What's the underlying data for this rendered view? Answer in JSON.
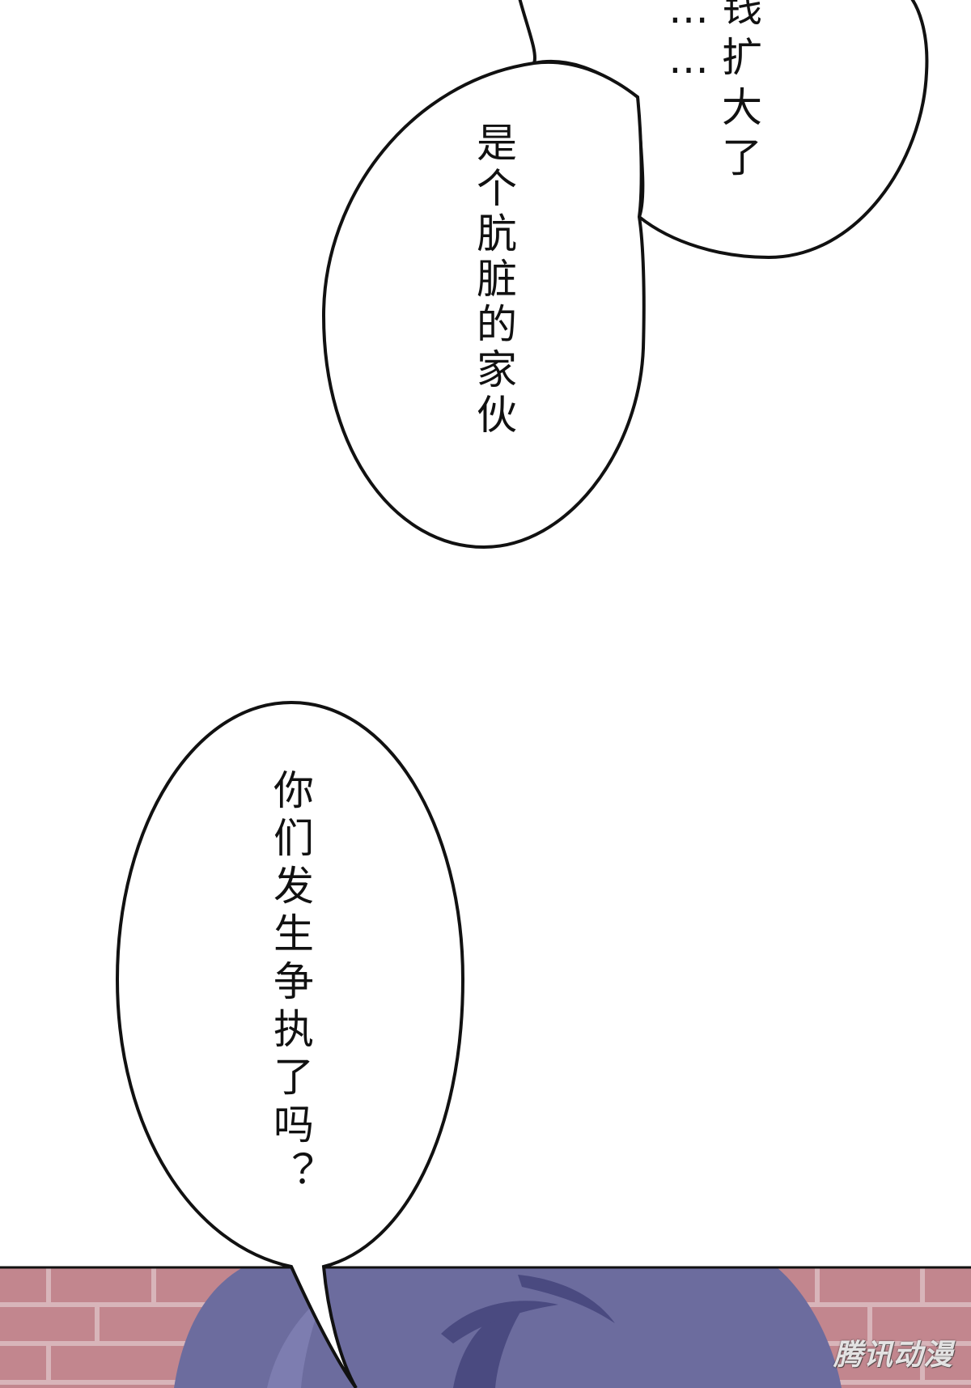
{
  "panel": {
    "bubble_1": {
      "column_1": "……",
      "column_2": "钱扩大了"
    },
    "bubble_2": {
      "text": "是个肮脏的家伙"
    },
    "bubble_3": {
      "text": "你们发生争执了吗？"
    }
  },
  "watermark": {
    "text": "腾讯动漫"
  },
  "colors": {
    "background": "#ffffff",
    "ink": "#111111",
    "wall_brick": "#c2868e",
    "wall_grout": "#d8b5ba",
    "hair": "#6c6c9e",
    "hair_dark": "#4a4a80"
  }
}
